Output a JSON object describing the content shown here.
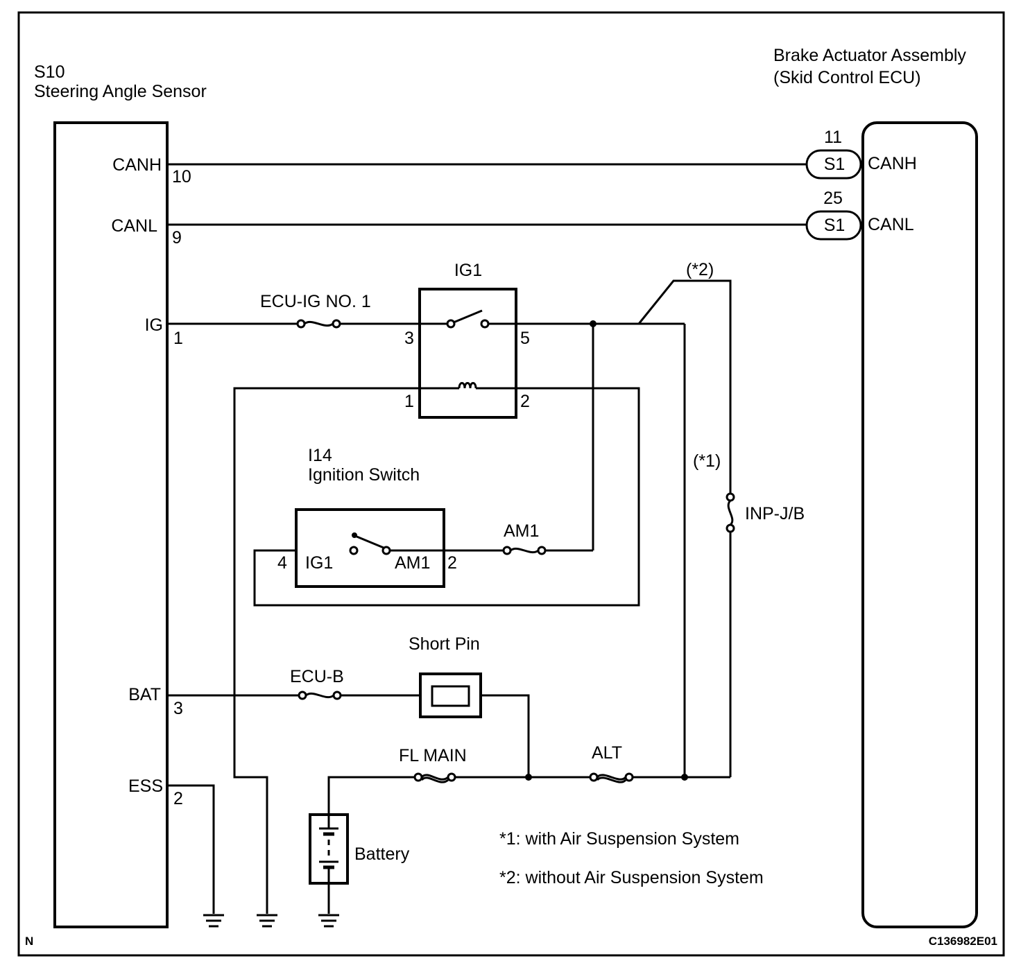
{
  "components": {
    "steering_sensor": {
      "code": "S10",
      "name": "Steering Angle Sensor"
    },
    "brake_actuator": {
      "name_line1": "Brake Actuator Assembly",
      "name_line2": "(Skid Control ECU)"
    },
    "ig1_relay": {
      "name": "IG1"
    },
    "ignition_switch": {
      "code": "I14",
      "name": "Ignition Switch",
      "term_ig1": "IG1",
      "term_am1": "AM1"
    },
    "short_pin": {
      "name": "Short Pin"
    },
    "battery": {
      "name": "Battery"
    }
  },
  "sensor_terminals": {
    "canh": {
      "label": "CANH",
      "pin": "10"
    },
    "canl": {
      "label": "CANL",
      "pin": "9"
    },
    "ig": {
      "label": "IG",
      "pin": "1"
    },
    "bat": {
      "label": "BAT",
      "pin": "3"
    },
    "ess": {
      "label": "ESS",
      "pin": "2"
    }
  },
  "ecu_terminals": {
    "canh": {
      "label": "CANH",
      "connector": "S1",
      "pin": "11"
    },
    "canl": {
      "label": "CANL",
      "connector": "S1",
      "pin": "25"
    }
  },
  "relay_pins": {
    "p3": "3",
    "p5": "5",
    "p1": "1",
    "p2": "2"
  },
  "switch_pins": {
    "p4": "4",
    "p2": "2"
  },
  "fuses": {
    "ecu_ig": "ECU-IG NO. 1",
    "am1": "AM1",
    "ecu_b": "ECU-B",
    "fl_main": "FL MAIN",
    "alt": "ALT",
    "inp_jb": "INP-J/B"
  },
  "variant_marks": {
    "m1": "(*1)",
    "m2": "(*2)"
  },
  "notes": {
    "n1": "*1: with Air Suspension System",
    "n2": "*2: without Air Suspension System"
  },
  "corner_marks": {
    "left": "N",
    "code": "C136982E01"
  }
}
